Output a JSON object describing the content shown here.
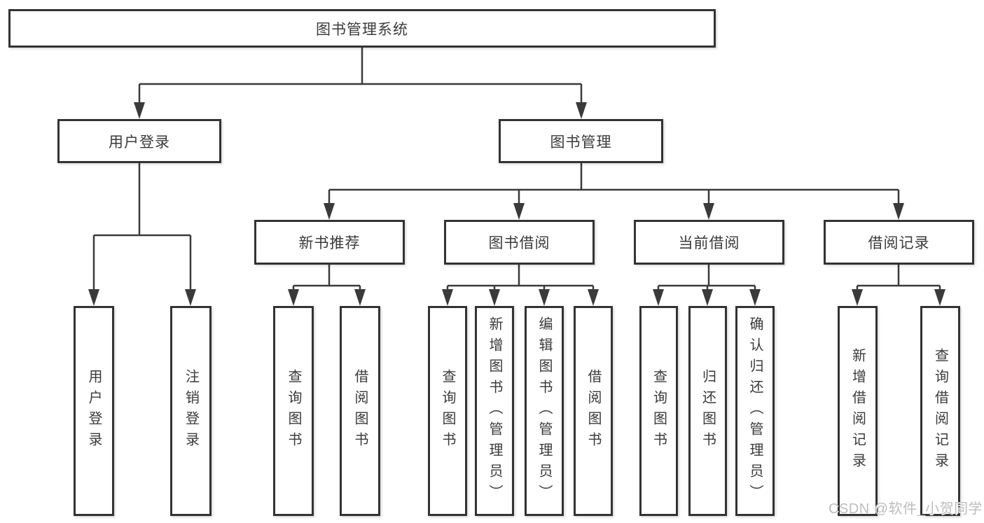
{
  "root": {
    "label": "图书管理系统"
  },
  "user_login": {
    "label": "用户登录",
    "children": [
      {
        "label": "用户登录"
      },
      {
        "label": "注销登录"
      }
    ]
  },
  "book_management": {
    "label": "图书管理",
    "sections": [
      {
        "label": "新书推荐",
        "children": [
          {
            "label": "查询图书"
          },
          {
            "label": "借阅图书"
          }
        ]
      },
      {
        "label": "图书借阅",
        "children": [
          {
            "label": "查询图书"
          },
          {
            "label": "新增图书（管理员）"
          },
          {
            "label": "编辑图书（管理员）"
          },
          {
            "label": "借阅图书"
          }
        ]
      },
      {
        "label": "当前借阅",
        "children": [
          {
            "label": "查询图书"
          },
          {
            "label": "归还图书"
          },
          {
            "label": "确认归还（管理员）"
          }
        ]
      },
      {
        "label": "借阅记录",
        "children": [
          {
            "label": "新增借阅记录"
          },
          {
            "label": "查询借阅记录"
          }
        ]
      }
    ]
  },
  "watermark": "CSDN @软件_小贺同学",
  "colors": {
    "line": "#3a3a3a",
    "border": "#333333",
    "text": "#3a3a3a",
    "watermark": "#bdbdbd",
    "background": "#ffffff"
  }
}
